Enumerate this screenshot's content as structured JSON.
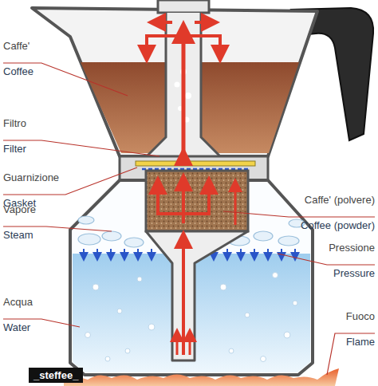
{
  "diagram": {
    "labels": [
      "Caffe'",
      "Coffee",
      "Filtro",
      "Filter",
      "Guarnizione",
      "Gasket",
      "Vapore",
      "Steam",
      "Acqua",
      "Water",
      "Caffe' (polvere)",
      "Coffee (powder)",
      "Pressione",
      "Pressure",
      "Fuoco",
      "Flame",
      "_steffee_"
    ]
  }
}
